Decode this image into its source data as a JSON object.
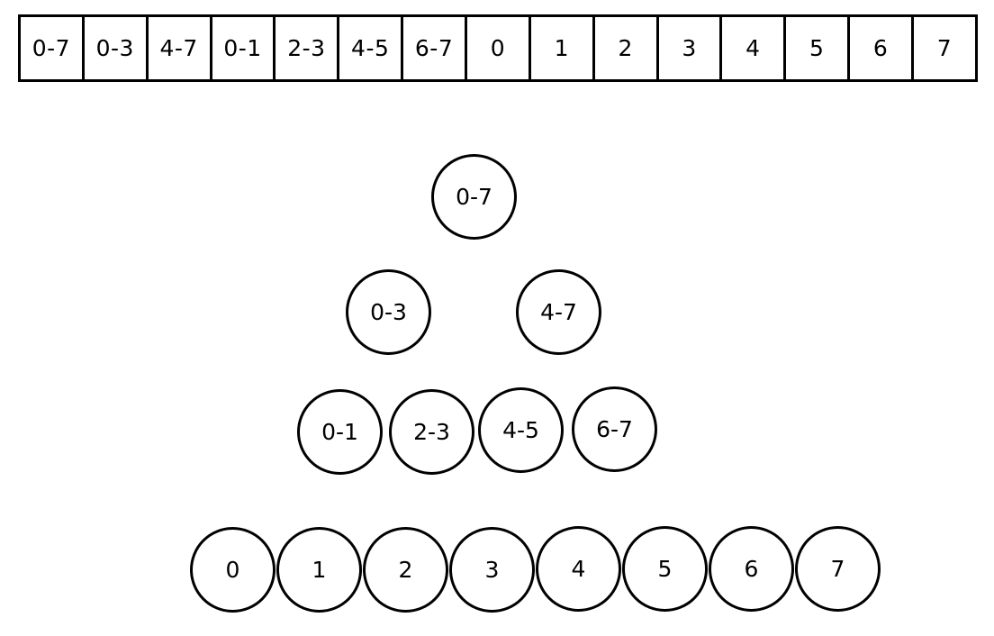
{
  "array": {
    "cells": [
      "0-7",
      "0-3",
      "4-7",
      "0-1",
      "2-3",
      "4-5",
      "6-7",
      "0",
      "1",
      "2",
      "3",
      "4",
      "5",
      "6",
      "7"
    ]
  },
  "tree": {
    "levels": [
      [
        "0-7"
      ],
      [
        "0-3",
        "4-7"
      ],
      [
        "0-1",
        "2-3",
        "4-5",
        "6-7"
      ],
      [
        "0",
        "1",
        "2",
        "3",
        "4",
        "5",
        "6",
        "7"
      ]
    ]
  }
}
